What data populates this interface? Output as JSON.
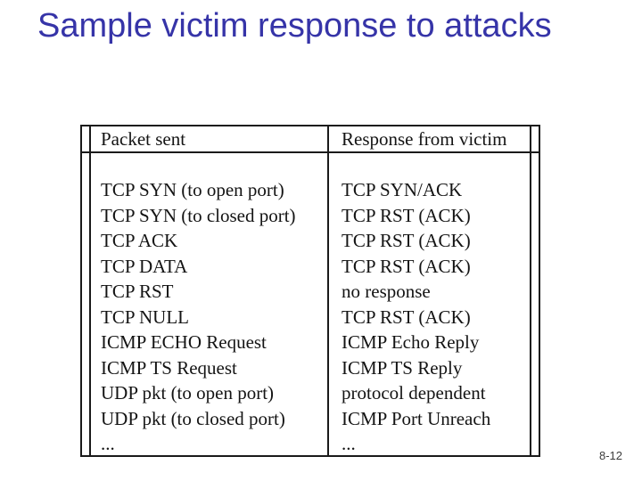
{
  "slide": {
    "title": "Sample victim response to attacks",
    "page_number": "8-12",
    "title_color": "#3634a8"
  },
  "table": {
    "headers": [
      "Packet sent",
      "Response from victim"
    ],
    "rows": [
      [
        "TCP SYN (to open port)",
        "TCP SYN/ACK"
      ],
      [
        "TCP SYN (to closed port)",
        "TCP RST (ACK)"
      ],
      [
        "TCP ACK",
        "TCP RST (ACK)"
      ],
      [
        "TCP DATA",
        "TCP RST (ACK)"
      ],
      [
        "TCP RST",
        "no response"
      ],
      [
        "TCP NULL",
        "TCP RST (ACK)"
      ],
      [
        "ICMP ECHO Request",
        "ICMP Echo Reply"
      ],
      [
        "ICMP TS Request",
        "ICMP TS Reply"
      ],
      [
        "UDP pkt (to open port)",
        "protocol dependent"
      ],
      [
        "UDP pkt (to closed port)",
        "ICMP Port Unreach"
      ],
      [
        "...",
        "..."
      ]
    ]
  }
}
